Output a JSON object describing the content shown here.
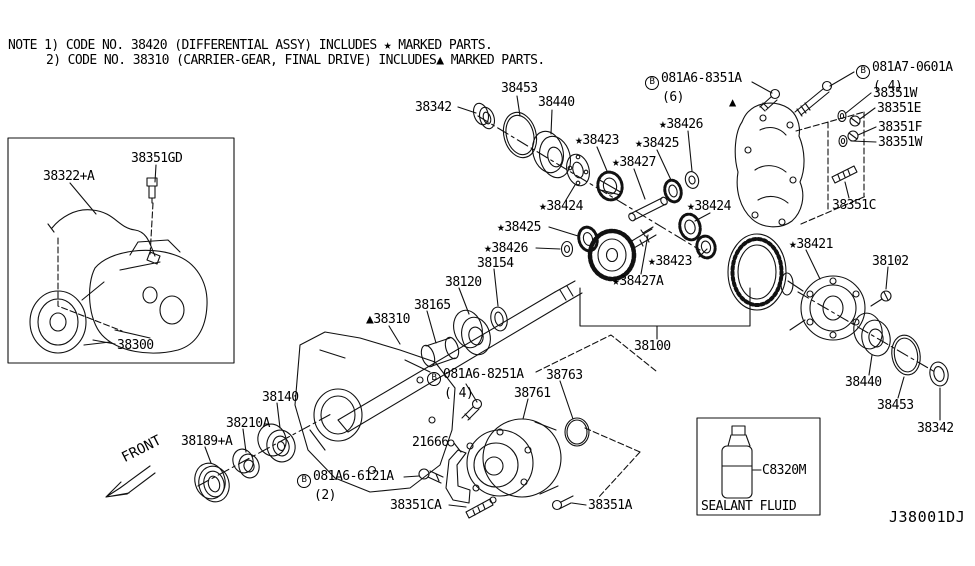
{
  "notes": {
    "line1": "NOTE 1) CODE NO. 38420 (DIFFERENTIAL ASSY) INCLUDES ★ MARKED PARTS.",
    "line2": "2) CODE NO. 38310 (CARRIER-GEAR, FINAL DRIVE) INCLUDES▲ MARKED PARTS."
  },
  "diagram_code": "J38001DJ",
  "front_label": "FRONT",
  "symbols": {
    "assembly_marker": "▲"
  },
  "sealant_box": {
    "part_number": "C8320M",
    "caption": "SEALANT FLUID"
  },
  "labels": [
    {
      "text": "38342"
    },
    {
      "text": "38453"
    },
    {
      "text": "38440"
    },
    {
      "text": "★38423"
    },
    {
      "text": "★38425"
    },
    {
      "text": "★38426"
    },
    {
      "text": "★38427"
    },
    {
      "prefix": "B",
      "text": "081A6-8351A",
      "qty": "(6)"
    },
    {
      "prefix": "B",
      "text": "081A7-0601A",
      "qty": "( 4)"
    },
    {
      "text": "38351W"
    },
    {
      "text": "38351E"
    },
    {
      "text": "38351F"
    },
    {
      "text": "38351W"
    },
    {
      "text": "38351C"
    },
    {
      "text": "★38424"
    },
    {
      "text": "★38425"
    },
    {
      "text": "★38426"
    },
    {
      "text": "38154"
    },
    {
      "text": "38120"
    },
    {
      "text": "38165"
    },
    {
      "text": "▲38310"
    },
    {
      "text": "★38424"
    },
    {
      "text": "★38423"
    },
    {
      "text": "★38427A"
    },
    {
      "text": "★38421"
    },
    {
      "text": "38102"
    },
    {
      "text": "38100"
    },
    {
      "text": "38440"
    },
    {
      "text": "38453"
    },
    {
      "text": "38342"
    },
    {
      "text": "38322+A"
    },
    {
      "text": "38351GD"
    },
    {
      "text": "38300"
    },
    {
      "text": "38140"
    },
    {
      "text": "38210A"
    },
    {
      "text": "38189+A"
    },
    {
      "prefix": "B",
      "text": "081A6-8251A",
      "qty": "( 4)"
    },
    {
      "text": "38763"
    },
    {
      "text": "38761"
    },
    {
      "text": "21666"
    },
    {
      "prefix": "B",
      "text": "081A6-6121A",
      "qty": "(2)"
    },
    {
      "text": "38351CA"
    },
    {
      "text": "38351A"
    }
  ]
}
